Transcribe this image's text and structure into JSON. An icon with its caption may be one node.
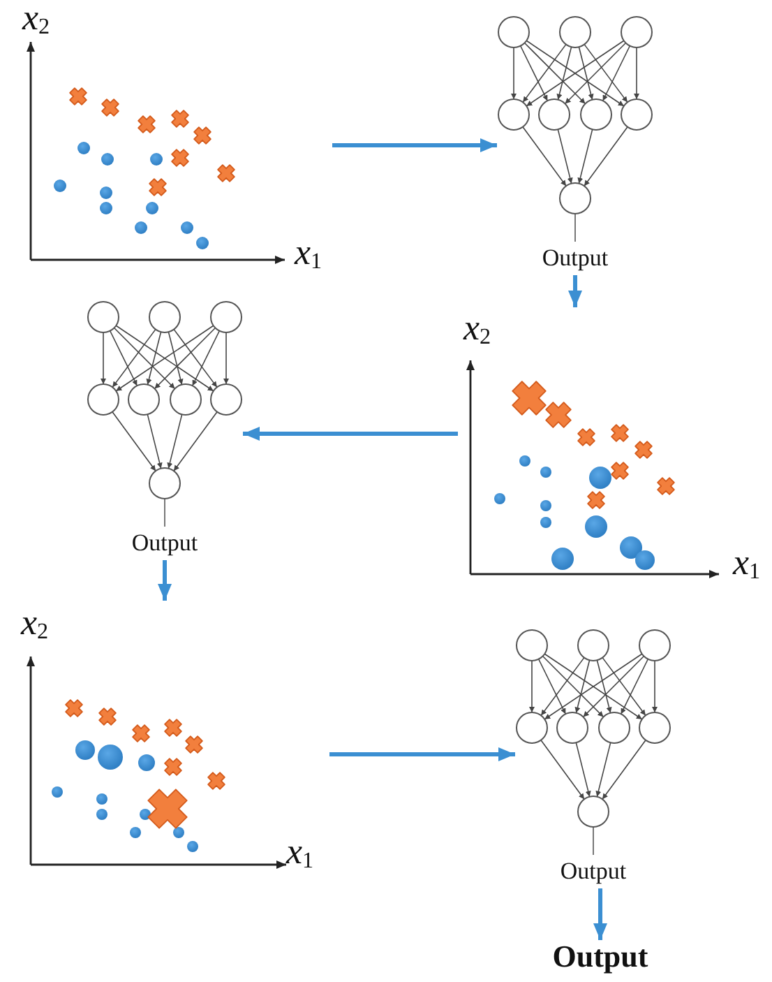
{
  "diagram": {
    "nodes": [
      {
        "text": [
          "*x*$_{2}$",
          "*x*$_{1}$"
        ]
      },
      {
        "text": [
          "Output"
        ]
      },
      {
        "text": [
          "*x*$_{2}$",
          "*x*$_{1}$"
        ]
      },
      {
        "text": [
          "Output"
        ]
      },
      {
        "text": [
          "*x*$_{2}$",
          "*x*$_{1}$"
        ]
      },
      {
        "text": [
          "Output"
        ]
      },
      {
        "text": [
          "Output"
        ]
      }
    ],
    "edges": [
      {
        "from": 0,
        "to": 1,
        "arrow": "to"
      },
      {
        "from": 1,
        "to": 2,
        "arrow": "to"
      },
      {
        "from": 2,
        "to": 3,
        "arrow": "to"
      },
      {
        "from": 3,
        "to": 4,
        "arrow": "to"
      },
      {
        "from": 4,
        "to": 5,
        "arrow": "to"
      },
      {
        "from": 5,
        "to": 6,
        "arrow": "to"
      }
    ]
  }
}
